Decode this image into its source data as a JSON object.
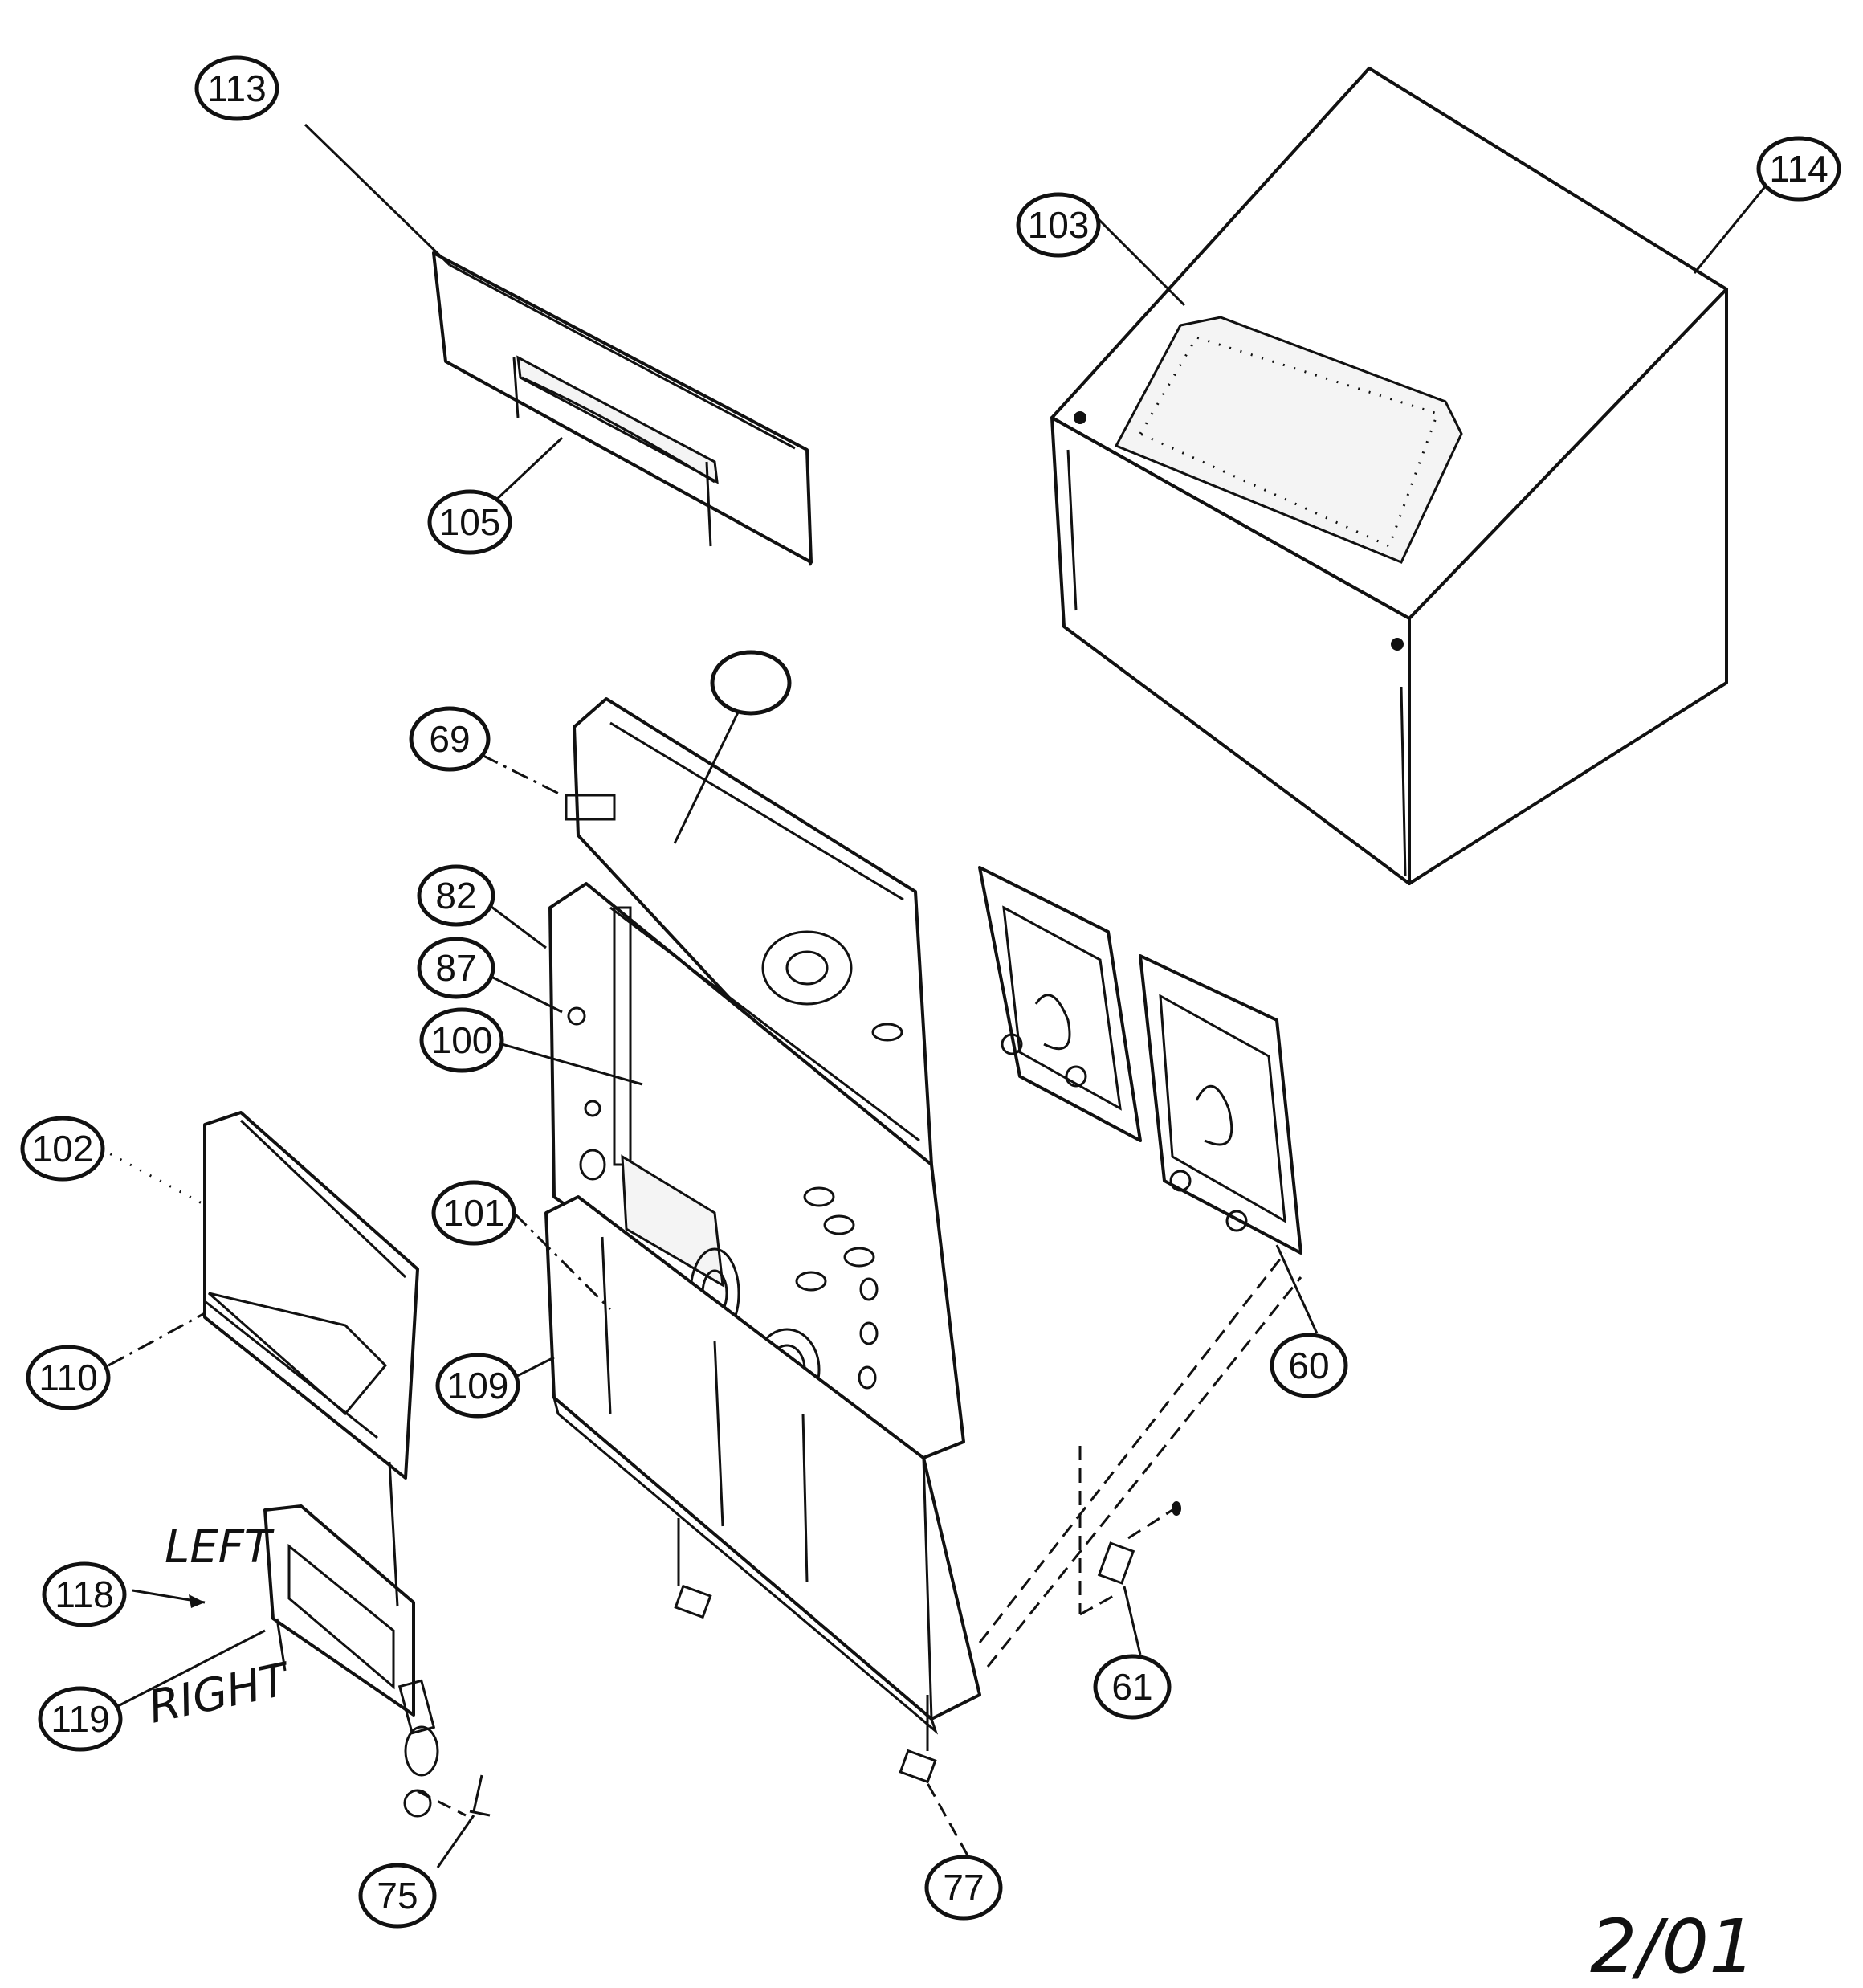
{
  "callouts": {
    "c113": "113",
    "c105": "105",
    "c103": "103",
    "c114": "114",
    "c69": "69",
    "c82": "82",
    "c87": "87",
    "c100": "100",
    "c102": "102",
    "c101": "101",
    "c110": "110",
    "c109": "109",
    "c60": "60",
    "c118": "118",
    "c119": "119",
    "c61": "61",
    "c75": "75",
    "c77": "77"
  },
  "labels": {
    "left": "LEFT",
    "right": "RIGHT"
  },
  "revision": "2/01"
}
